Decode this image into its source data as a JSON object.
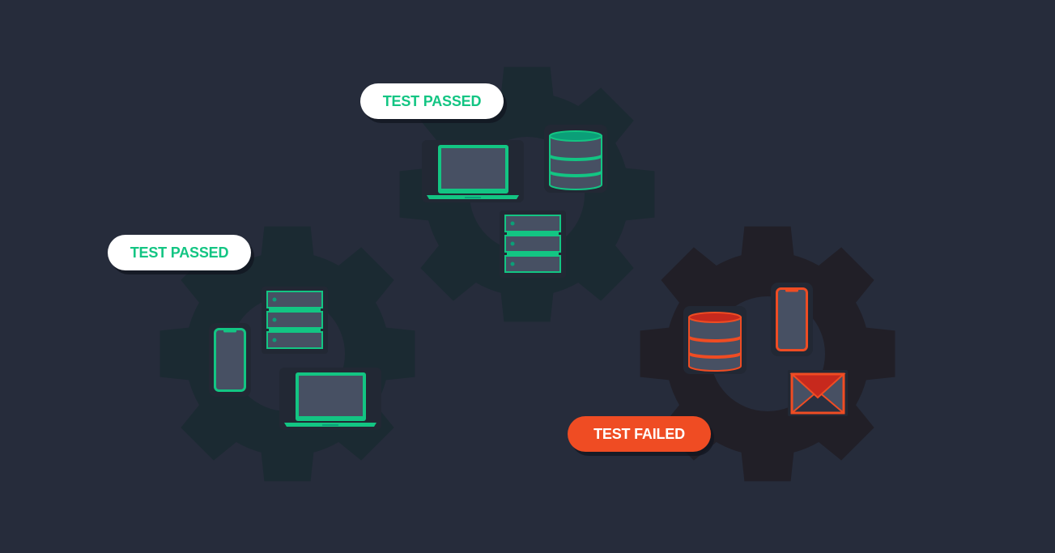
{
  "colors": {
    "background": "#262c3b",
    "gear_pass": "#1b2a32",
    "gear_fail": "#211f27",
    "device_fill": "#475063",
    "device_halo": "#222834",
    "pass_accent": "#13c583",
    "pass_accent_dark": "#0b9f78",
    "fail_accent": "#ef4c23",
    "fail_accent_dark": "#c7291d",
    "badge_pass_bg": "#ffffff",
    "badge_pass_text": "#13c583",
    "badge_fail_bg": "#ef4c23",
    "badge_fail_text": "#ffffff"
  },
  "groups": [
    {
      "id": "top",
      "status": "passed",
      "badge_label": "TEST PASSED",
      "devices": [
        "laptop-icon",
        "database-icon",
        "server-rack-icon"
      ]
    },
    {
      "id": "left",
      "status": "passed",
      "badge_label": "TEST PASSED",
      "devices": [
        "server-rack-icon",
        "smartphone-icon",
        "laptop-icon"
      ]
    },
    {
      "id": "right",
      "status": "failed",
      "badge_label": "TEST FAILED",
      "devices": [
        "database-icon",
        "smartphone-icon",
        "envelope-icon"
      ]
    }
  ]
}
